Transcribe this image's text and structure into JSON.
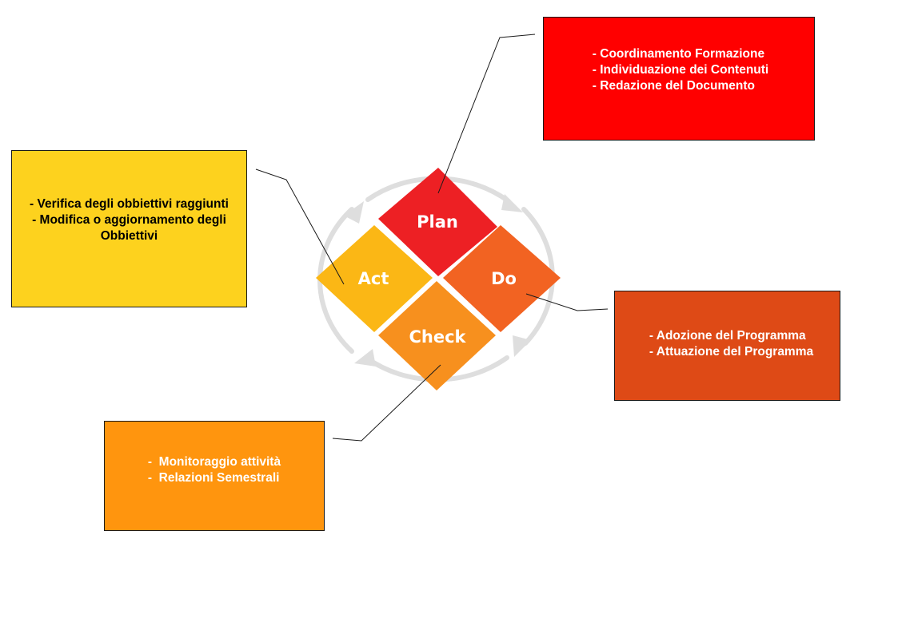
{
  "colors": {
    "plan": "#ED2024",
    "do": "#F26322",
    "check": "#F7901E",
    "act": "#FBB715",
    "ring": "#DEDEDE",
    "box_plan": "#FF0000",
    "box_do": "#DE4A16",
    "box_check": "#FF950E",
    "box_act": "#FDD21E",
    "connector": "#1a1a1a"
  },
  "cycle": {
    "plan_label": "Plan",
    "do_label": "Do",
    "check_label": "Check",
    "act_label": "Act"
  },
  "callouts": {
    "plan": {
      "lines": [
        "- Coordinamento Formazione",
        "- Individuazione dei Contenuti",
        "- Redazione del Documento"
      ]
    },
    "do": {
      "lines": [
        "- Adozione del Programma",
        "- Attuazione del Programma"
      ]
    },
    "check": {
      "lines": [
        "-  Monitoraggio attività",
        "-  Relazioni Semestrali"
      ]
    },
    "act": {
      "lines": [
        "- Verifica degli obbiettivi raggiunti",
        "- Modifica o aggiornamento degli",
        "Obbiettivi"
      ]
    }
  }
}
